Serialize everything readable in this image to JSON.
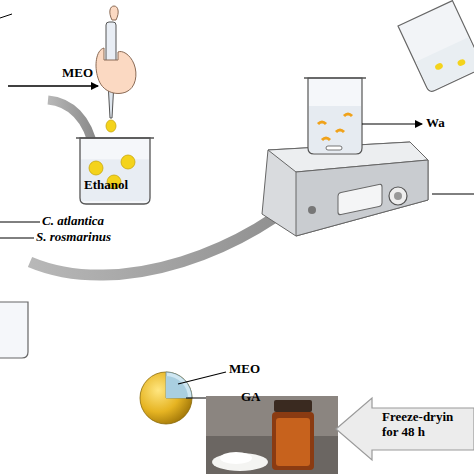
{
  "diagram": {
    "nodes": [
      {
        "text": [
          "Ethanol"
        ]
      },
      {
        "text": [
          "Freeze-dryin for 48 h"
        ]
      }
    ],
    "labels": [
      "MEO",
      "C. atlantica",
      "S. rosmarinus",
      "Wa",
      "MEO",
      "GA"
    ]
  }
}
